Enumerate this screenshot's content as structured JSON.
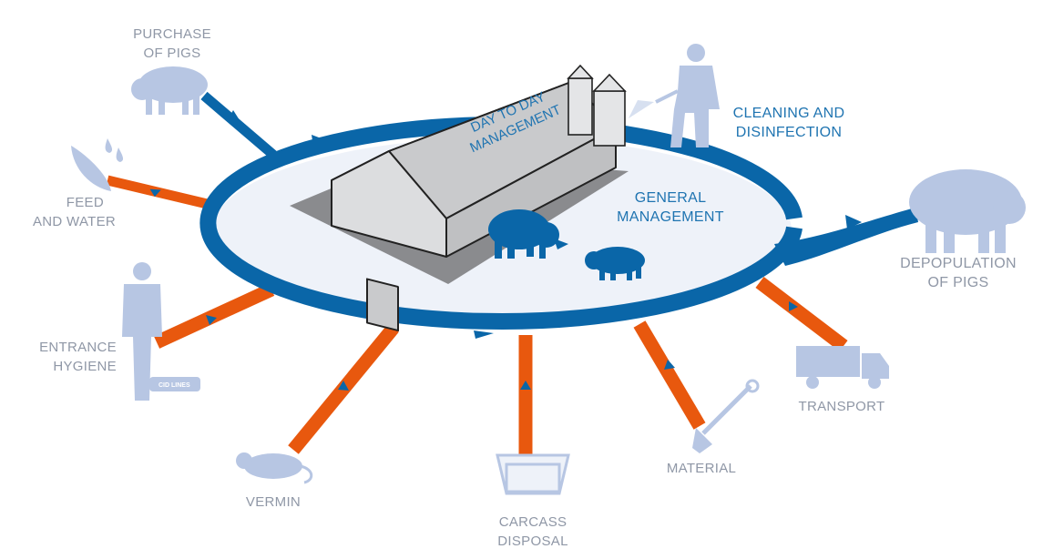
{
  "labels": {
    "purchase": [
      "PURCHASE",
      "OF PIGS"
    ],
    "feed": [
      "FEED",
      "AND WATER"
    ],
    "entrance": [
      "ENTRANCE",
      "HYGIENE"
    ],
    "vermin": [
      "VERMIN"
    ],
    "carcass": [
      "CARCASS",
      "DISPOSAL"
    ],
    "material": [
      "MATERIAL"
    ],
    "transport": [
      "TRANSPORT"
    ],
    "depopulation": [
      "DEPOPULATION",
      "OF PIGS"
    ],
    "cleaning": [
      "CLEANING AND",
      "DISINFECTION"
    ],
    "general": [
      "GENERAL",
      "MANAGEMENT"
    ],
    "day_to_day": [
      "DAY TO DAY",
      "MANAGEMENT"
    ]
  },
  "logo_text": "CID LINES",
  "icons": [
    "pig-icon",
    "feed-and-water-icon",
    "person-icon",
    "rat-icon",
    "carcass-bin-icon",
    "shovel-icon",
    "truck-icon",
    "big-pig-icon",
    "farmer-spraying-icon",
    "barn-icon",
    "silo-icon",
    "pig-icon",
    "piglet-icon"
  ],
  "colors": {
    "ring_blue": "#0a66a8",
    "input_orange": "#e8580e",
    "icon_lightblue": "#b7c6e3",
    "text_gray": "#8f97a6",
    "label_blue": "#1f74b1",
    "inner_fill": "#eef2f9",
    "barn_gray": "#c9cacc",
    "barn_shadow": "#8a8b8e"
  }
}
